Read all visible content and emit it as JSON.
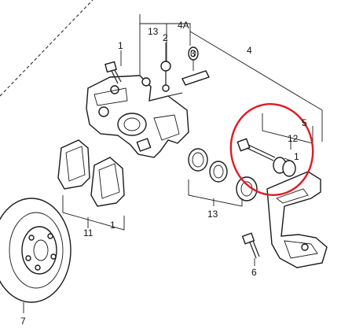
{
  "labels": {
    "l13a": "13",
    "l4A": "4A",
    "l4": "4",
    "l1a": "1",
    "l2": "2",
    "l3": "3",
    "l5": "5",
    "l12": "12",
    "l1b": "1",
    "l11": "11",
    "l1c": "1",
    "l13b": "13",
    "l6": "6",
    "l7": "7"
  },
  "colors": {
    "line": "#1a1a1a",
    "highlight": "#e01b24",
    "background": "#ffffff"
  }
}
